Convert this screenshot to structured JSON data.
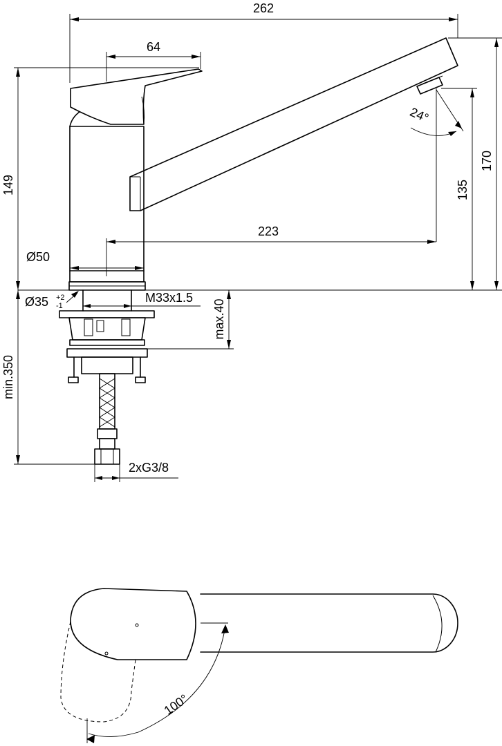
{
  "dimensions": {
    "total_length": "262",
    "handle_length": "64",
    "body_height": "149",
    "total_height": "170",
    "spout_height": "135",
    "spout_reach": "223",
    "spout_angle": "24°",
    "body_diameter": "Ø50",
    "hole_diameter": "Ø35",
    "hole_tolerance_upper": "+2",
    "hole_tolerance_lower": "-1",
    "thread": "M33x1.5",
    "max_deck_thickness": "max.40",
    "min_hose_length": "min.350",
    "connections": "2xG3/8",
    "handle_rotation": "100°"
  }
}
